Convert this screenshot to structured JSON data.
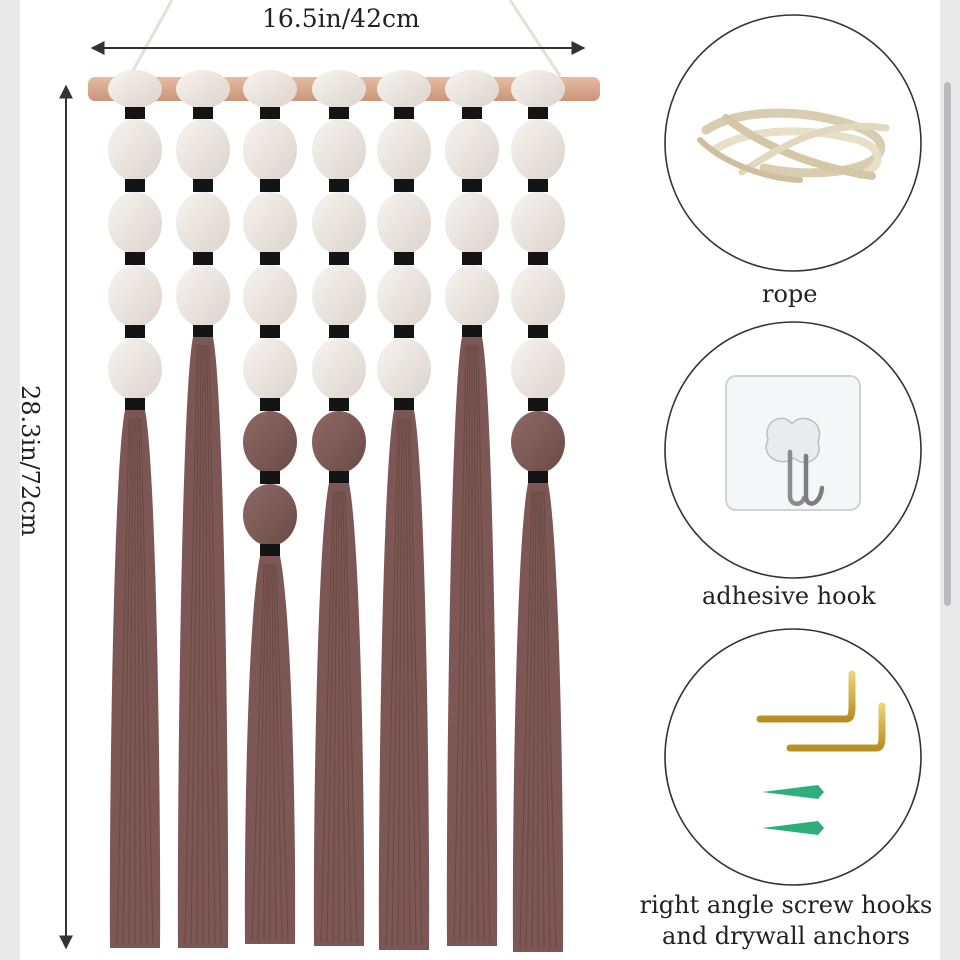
{
  "dimensions": {
    "width_label": "16.5in/42cm",
    "height_label": "28.3in/72cm"
  },
  "accessories": [
    {
      "label": "rope",
      "icon": "rope-coil-icon"
    },
    {
      "label": "adhesive hook",
      "icon": "adhesive-hook-icon"
    },
    {
      "label": "right angle screw hooks and drywall anchors",
      "icon": "screw-hooks-anchors-icon"
    }
  ],
  "colors": {
    "cream": "#f1ece6",
    "brown": "#7d5753",
    "black_wrap": "#141414",
    "wood": "#d9aa90",
    "gold": "#d2aa35",
    "anchor_green": "#2eae7b"
  }
}
